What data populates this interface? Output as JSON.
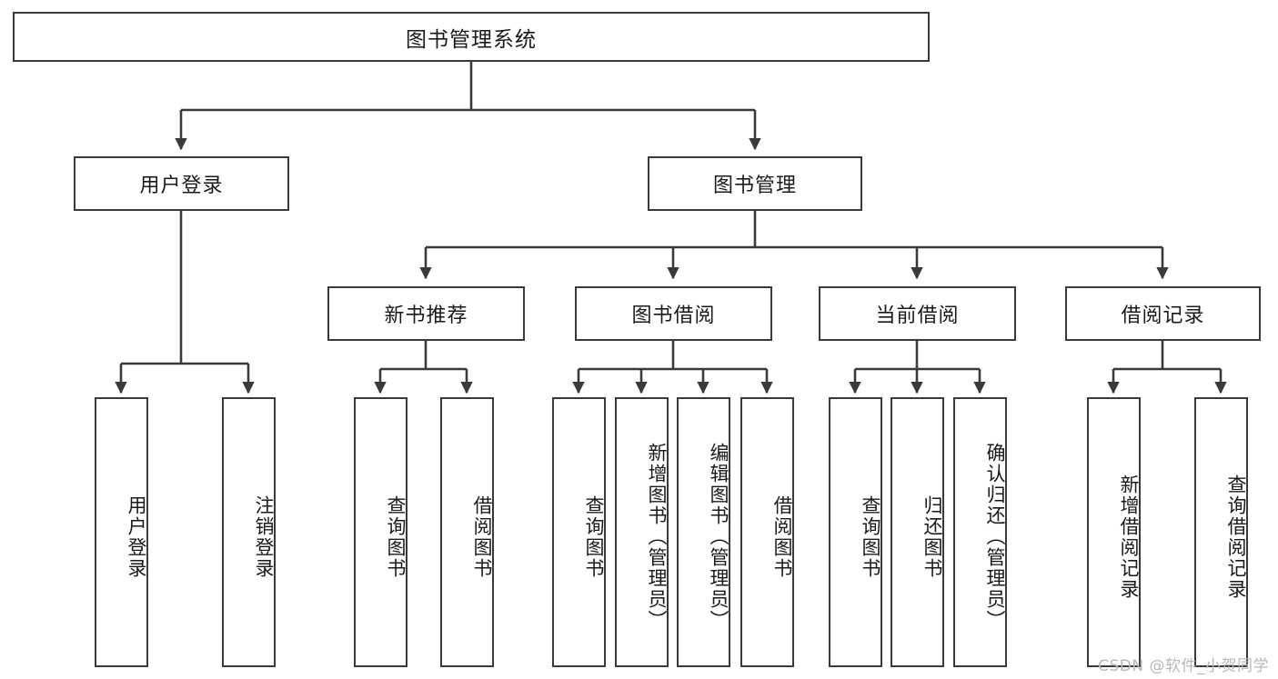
{
  "diagram": {
    "title": "图书管理系统",
    "type": "tree-hierarchy-diagram",
    "colors": {
      "background": "#ffffff",
      "box_fill": "#ffffff",
      "box_border": "#3a3a3a",
      "connector": "#3a3a3a",
      "text": "#1a1a1a",
      "watermark": "#b8b8b8"
    },
    "root": {
      "label": "图书管理系统"
    },
    "level2": [
      {
        "label": "用户登录"
      },
      {
        "label": "图书管理"
      }
    ],
    "level3": [
      {
        "label": "新书推荐"
      },
      {
        "label": "图书借阅"
      },
      {
        "label": "当前借阅"
      },
      {
        "label": "借阅记录"
      }
    ],
    "leaves": {
      "user_login": [
        {
          "label": "用户登录"
        },
        {
          "label": "注销登录"
        }
      ],
      "new_book_recommend": [
        {
          "label": "查询图书"
        },
        {
          "label": "借阅图书"
        }
      ],
      "book_borrow": [
        {
          "label": "查询图书"
        },
        {
          "label": "新增图书（管理员）"
        },
        {
          "label": "编辑图书（管理员）"
        },
        {
          "label": "借阅图书"
        }
      ],
      "current_borrow": [
        {
          "label": "查询图书"
        },
        {
          "label": "归还图书"
        },
        {
          "label": "确认归还（管理员）"
        }
      ],
      "borrow_records": [
        {
          "label": "新增借阅记录"
        },
        {
          "label": "查询借阅记录"
        }
      ]
    },
    "watermark": "CSDN @软件_小贺同学"
  }
}
